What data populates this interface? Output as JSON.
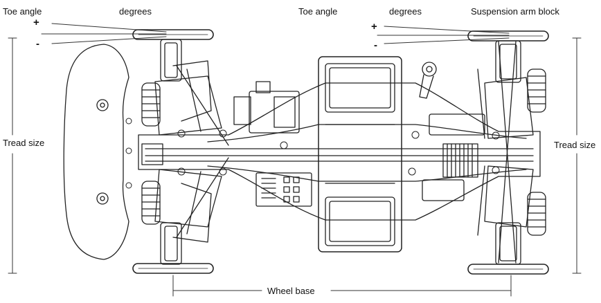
{
  "labels": {
    "toe_angle_left": "Toe angle",
    "degrees_left": "degrees",
    "toe_angle_right": "Toe angle",
    "degrees_right": "degrees",
    "suspension_arm_block": "Suspension arm block",
    "tread_size_left": "Tread size",
    "tread_size_right": "Tread size",
    "wheel_base": "Wheel base",
    "plus_left": "+",
    "minus_left": "-",
    "plus_right": "+",
    "minus_right": "-"
  }
}
